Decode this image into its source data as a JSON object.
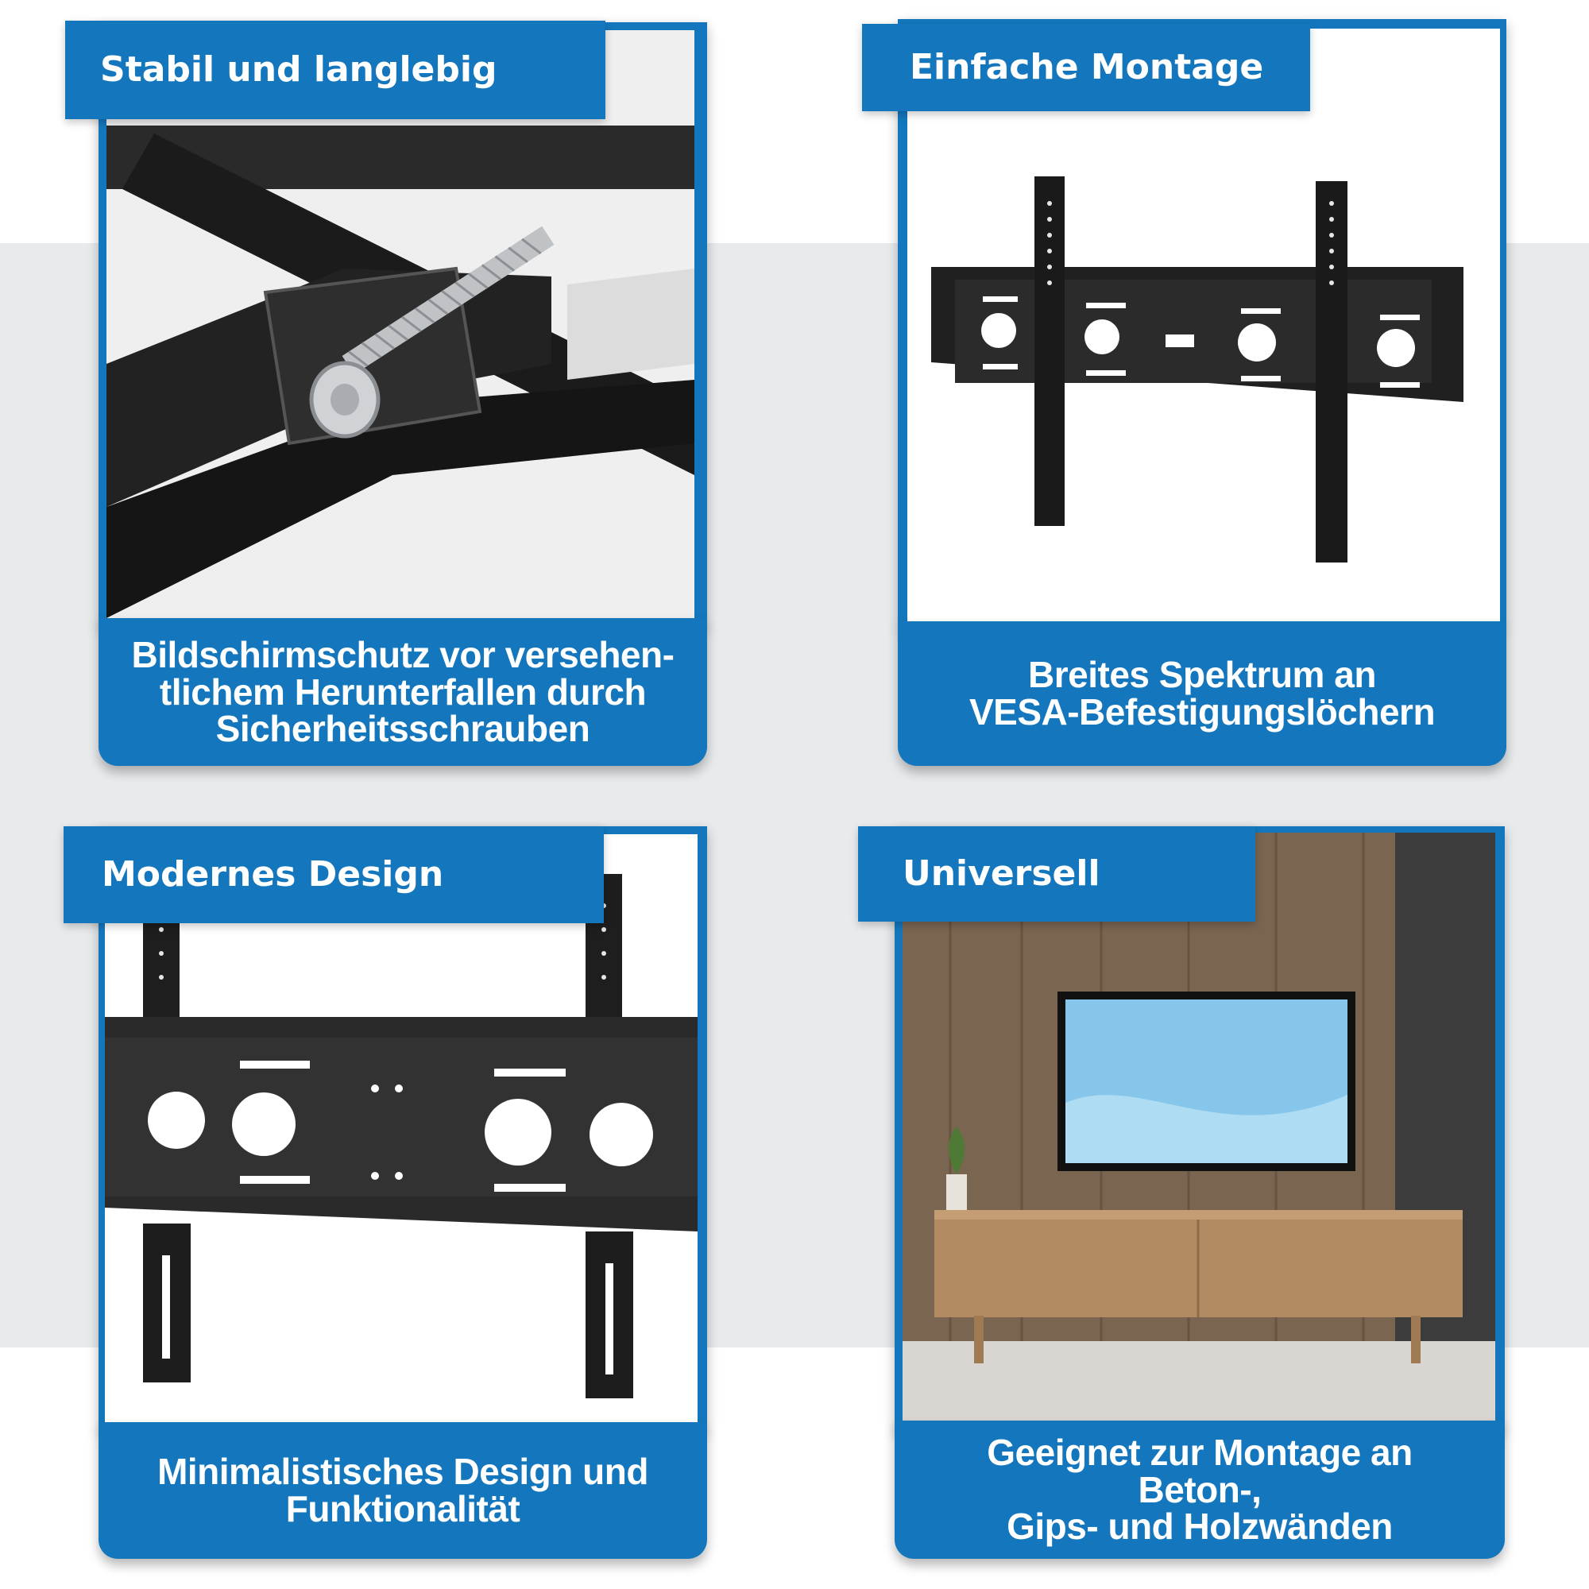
{
  "panels": [
    {
      "id": "stabil",
      "title": "Stabil und langlebig",
      "caption": [
        "Bildschirmschutz vor versehen-",
        "tlichem Herunterfallen durch",
        "Sicherheitsschrauben"
      ],
      "image_icon": "screw-bracket-photo"
    },
    {
      "id": "montage",
      "title": "Einfache Montage",
      "caption": [
        "Breites Spektrum an",
        "VESA-Befestigungslöchern"
      ],
      "image_icon": "wall-mount-photo"
    },
    {
      "id": "design",
      "title": "Modernes Design",
      "caption": [
        "Minimalistisches Design und",
        "Funktionalität"
      ],
      "image_icon": "mount-closeup-photo"
    },
    {
      "id": "universell",
      "title": "Universell",
      "caption": [
        "Geeignet zur Montage an Beton-,",
        "Gips- und Holzwänden"
      ],
      "image_icon": "living-room-tv-photo"
    }
  ],
  "colors": {
    "accent": "#1477bd",
    "band": "#e8ebed",
    "text": "#ffffff"
  }
}
